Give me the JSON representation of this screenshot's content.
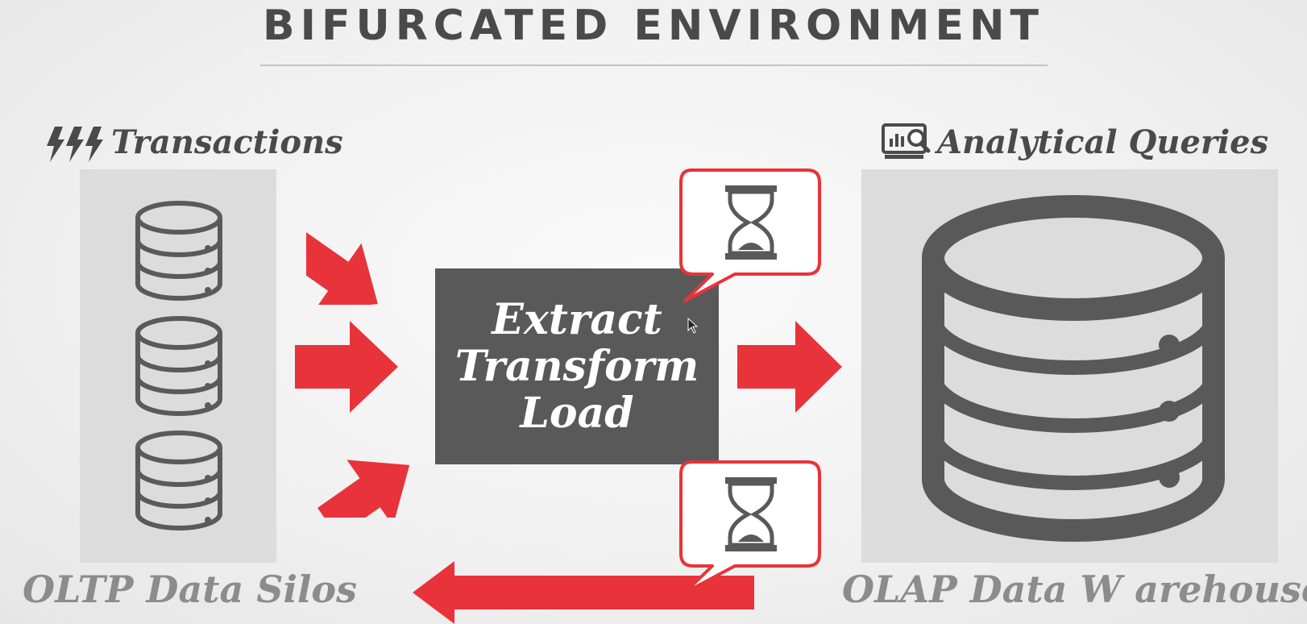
{
  "title": "BIFURCATED ENVIRONMENT",
  "left": {
    "heading": "Transactions",
    "heading_icon": "lightning-bolts-icon",
    "footer": "OLTP Data Silos",
    "databases": [
      "database-icon",
      "database-icon",
      "database-icon"
    ]
  },
  "center": {
    "etl_lines": [
      "Extract",
      "Transform",
      "Load"
    ],
    "wait_icon": "hourglass-icon"
  },
  "right": {
    "heading": "Analytical Queries",
    "heading_icon": "analytics-monitor-icon",
    "footer": "OLAP Data W arehouse",
    "database": "database-icon"
  },
  "colors": {
    "accent_red": "#e8333a",
    "dark_gray": "#595959",
    "panel_gray": "#dcdcdc",
    "text_gray": "#4a4a4a"
  }
}
